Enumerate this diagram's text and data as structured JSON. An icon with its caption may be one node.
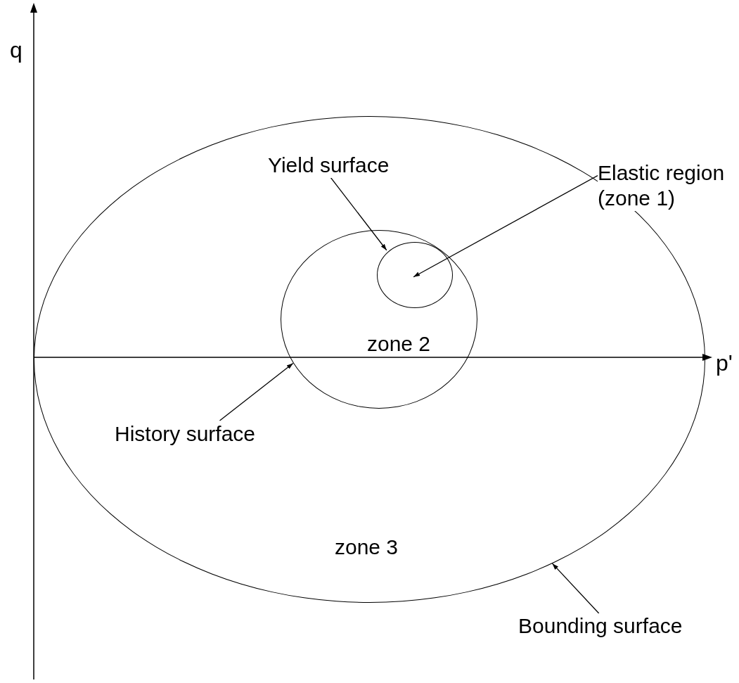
{
  "diagram": {
    "nodes": [
      {
        "text": [
          "zone 3"
        ]
      },
      {
        "text": [
          "zone 2"
        ],
        "in": 0
      },
      {
        "text": [],
        "shape": "circle",
        "in": 1
      },
      {
        "text": [
          "Yield surface"
        ],
        "in": 0
      },
      {
        "text": [
          "Elastic region (zone 1)"
        ]
      },
      {
        "text": [
          "History surface"
        ],
        "in": 0
      },
      {
        "text": [
          "Bounding surface"
        ]
      }
    ],
    "edges": [
      {
        "from": 3,
        "to": 2,
        "arrow": "to"
      },
      {
        "from": 4,
        "to": 2,
        "arrow": "to"
      },
      {
        "from": 5,
        "to": 1,
        "arrow": "to"
      },
      {
        "from": 6,
        "to": 0,
        "arrow": "to"
      }
    ],
    "labels": [
      "q",
      "p'"
    ]
  }
}
